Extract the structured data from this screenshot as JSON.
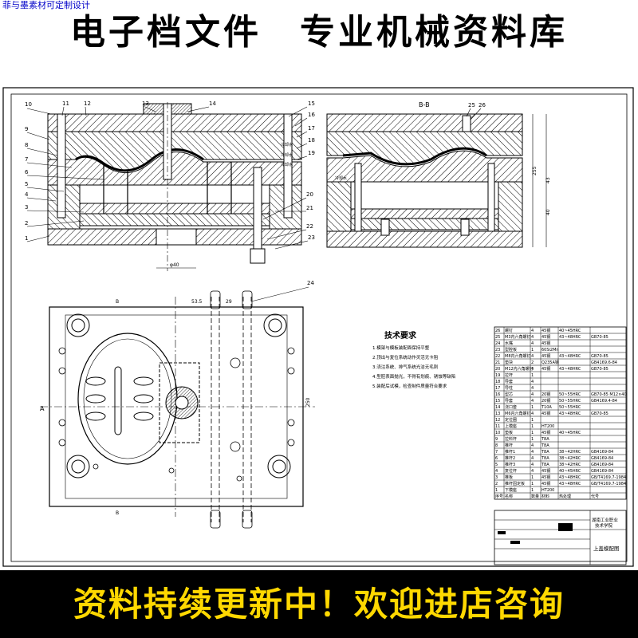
{
  "watermark": "菲与墨素材可定制设计",
  "header": {
    "title": "电子档文件　专业机械资料库"
  },
  "footer": {
    "title": "资料持续更新中！欢迎进店咨询"
  },
  "drawing": {
    "section_label": "B-B",
    "tech_title": "技术要求",
    "tech_lines": [
      "1.模架与模板装配面保持平整",
      "2.顶出与复位系统动作灵活无卡阻",
      "3.浇注系统、排气系统光洁无毛刺",
      "4.型腔表面抛光，不得有划痕、锈蚀等缺陷",
      "5.装配后试模，检查制件质量符合要求"
    ],
    "callouts_left": [
      "10",
      "9",
      "8",
      "7",
      "6",
      "5",
      "4",
      "3",
      "2",
      "1"
    ],
    "callouts_top": [
      "11",
      "12",
      "13",
      "14",
      "15",
      "16",
      "17",
      "18",
      "19"
    ],
    "callouts_mid": [
      "20",
      "21",
      "22",
      "23"
    ],
    "callouts_plan": [
      "24"
    ],
    "section_callouts": [
      "25",
      "26"
    ],
    "bom_rows": [
      [
        "26",
        "螺钉",
        "4",
        "45钢",
        "40~45HRC",
        ""
      ],
      [
        "25",
        "M3内六角螺钉",
        "4",
        "45钢",
        "43~48HRC",
        "GB70-85"
      ],
      [
        "24",
        "水嘴",
        "4",
        "45钢",
        "",
        ""
      ],
      [
        "23",
        "型腔板",
        "1",
        "60Si2Mn",
        "",
        ""
      ],
      [
        "22",
        "M8内六角螺钉",
        "4",
        "45钢",
        "43~48HRC",
        "GB70-85"
      ],
      [
        "21",
        "垫块",
        "2",
        "Q235A钢",
        "",
        "GB4169.6-84"
      ],
      [
        "20",
        "M12内六角螺钉",
        "4",
        "45钢",
        "43~48HRC",
        "GB70-85"
      ],
      [
        "19",
        "拉杆",
        "1",
        "",
        "",
        ""
      ],
      [
        "18",
        "导套",
        "4",
        "",
        "",
        ""
      ],
      [
        "17",
        "导柱",
        "4",
        "",
        "",
        ""
      ],
      [
        "16",
        "型芯",
        "4",
        "20钢",
        "50~55HRC",
        "GB70-85 M12×40"
      ],
      [
        "15",
        "导套",
        "4",
        "20钢",
        "50~55HRC",
        "GB4169.4-84"
      ],
      [
        "14",
        "浇口套",
        "1",
        "T10A",
        "50~55HRC",
        ""
      ],
      [
        "13",
        "M6内六角螺钉",
        "4",
        "45钢",
        "43~48HRC",
        "GB70-85"
      ],
      [
        "12",
        "定位圈",
        "1",
        "",
        "",
        ""
      ],
      [
        "11",
        "上模座",
        "1",
        "HT200",
        "",
        ""
      ],
      [
        "10",
        "垫板",
        "1",
        "45钢",
        "40~45HRC",
        ""
      ],
      [
        "9",
        "拉料杆",
        "1",
        "T8A",
        "",
        ""
      ],
      [
        "8",
        "推杆",
        "4",
        "T8A",
        "",
        ""
      ],
      [
        "7",
        "推杆1",
        "4",
        "T8A",
        "38~42HRC",
        "GB4169-84"
      ],
      [
        "6",
        "推杆2",
        "4",
        "T8A",
        "38~42HRC",
        "GB4169-84"
      ],
      [
        "5",
        "推杆3",
        "4",
        "T8A",
        "38~42HRC",
        "GB4169-84"
      ],
      [
        "4",
        "复位杆",
        "4",
        "45钢",
        "40~45HRC",
        "GB4169-84"
      ],
      [
        "3",
        "推板",
        "1",
        "45钢",
        "43~48HRC",
        "GB/T4169.7-1984"
      ],
      [
        "2",
        "推杆固定板",
        "1",
        "45钢",
        "43~48HRC",
        "GB/T4169.7-1984"
      ],
      [
        "1",
        "下模座",
        "1",
        "HT200",
        "",
        ""
      ]
    ],
    "bom_header": [
      "序号",
      "名称",
      "数量",
      "材料",
      "热处理",
      "代号"
    ],
    "title_block": {
      "school": "湖南工业职业",
      "dept": "技术学院",
      "drawing_name": "上盖模配图"
    }
  }
}
